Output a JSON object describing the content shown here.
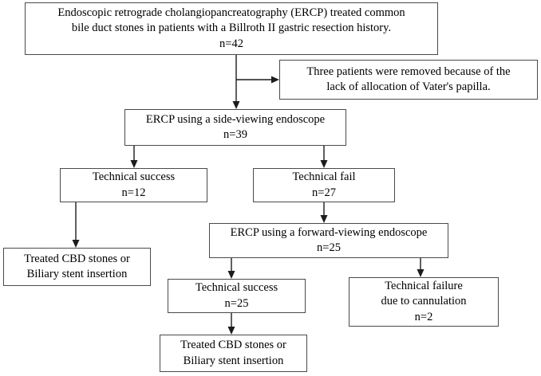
{
  "chart_data": {
    "type": "diagram",
    "title": "ERCP treatment flow for common bile duct stones in Billroth II patients",
    "nodes": [
      {
        "id": "enrolled",
        "lines": [
          "Endoscopic retrograde cholangiopancreatography (ERCP) treated common",
          "bile duct stones in patients with a Billroth II gastric resection history.",
          "n=42"
        ],
        "n": 42
      },
      {
        "id": "excluded",
        "lines": [
          "Three patients were removed because of the",
          "lack of allocation of Vater's papilla."
        ],
        "n": 3
      },
      {
        "id": "side-viewing",
        "lines": [
          "ERCP using a side-viewing endoscope",
          "n=39"
        ],
        "n": 39
      },
      {
        "id": "side-success",
        "lines": [
          "Technical success",
          "n=12"
        ],
        "n": 12
      },
      {
        "id": "side-fail",
        "lines": [
          "Technical fail",
          "n=27"
        ],
        "n": 27
      },
      {
        "id": "forward-viewing",
        "lines": [
          "ERCP using a forward-viewing endoscope",
          "n=25"
        ],
        "n": 25
      },
      {
        "id": "side-treated",
        "lines": [
          "Treated CBD stones or",
          "Biliary stent insertion"
        ]
      },
      {
        "id": "forward-success",
        "lines": [
          "Technical success",
          "n=25"
        ],
        "n": 25
      },
      {
        "id": "forward-failure",
        "lines": [
          "Technical failure",
          "due to cannulation",
          "n=2"
        ],
        "n": 2
      },
      {
        "id": "forward-treated",
        "lines": [
          "Treated CBD stones or",
          "Biliary stent insertion"
        ]
      }
    ],
    "edges": [
      {
        "from": "enrolled",
        "to": "excluded",
        "style": "elbow-right"
      },
      {
        "from": "enrolled",
        "to": "side-viewing",
        "style": "straight-down"
      },
      {
        "from": "side-viewing",
        "to": "side-success",
        "style": "elbow-down-left"
      },
      {
        "from": "side-viewing",
        "to": "side-fail",
        "style": "elbow-down-right"
      },
      {
        "from": "side-success",
        "to": "side-treated",
        "style": "straight-down"
      },
      {
        "from": "side-fail",
        "to": "forward-viewing",
        "style": "straight-down"
      },
      {
        "from": "forward-viewing",
        "to": "forward-success",
        "style": "elbow-down-left"
      },
      {
        "from": "forward-viewing",
        "to": "forward-failure",
        "style": "elbow-down-right"
      },
      {
        "from": "forward-success",
        "to": "forward-treated",
        "style": "straight-down"
      }
    ]
  },
  "diagram": {
    "enrolled": {
      "line1": "Endoscopic retrograde cholangiopancreatography (ERCP) treated common",
      "line2": "bile duct stones in patients with a Billroth II gastric resection history.",
      "line3": "n=42"
    },
    "excluded": {
      "line1": "Three patients were removed because of the",
      "line2": "lack of allocation of Vater's papilla."
    },
    "side_viewing": {
      "line1": "ERCP using a side-viewing endoscope",
      "line2": "n=39"
    },
    "side_success": {
      "line1": "Technical success",
      "line2": "n=12"
    },
    "side_fail": {
      "line1": "Technical fail",
      "line2": "n=27"
    },
    "forward_viewing": {
      "line1": "ERCP using a forward-viewing endoscope",
      "line2": "n=25"
    },
    "side_treated": {
      "line1": "Treated CBD stones or",
      "line2": "Biliary stent insertion"
    },
    "forward_success": {
      "line1": "Technical success",
      "line2": "n=25"
    },
    "forward_failure": {
      "line1": "Technical failure",
      "line2": "due to cannulation",
      "line3": "n=2"
    },
    "forward_treated": {
      "line1": "Treated CBD stones or",
      "line2": "Biliary stent insertion"
    }
  },
  "colors": {
    "box_border": "#4a4a4a",
    "connector": "#1c1c1c",
    "text": "#000000",
    "background": "#ffffff"
  }
}
